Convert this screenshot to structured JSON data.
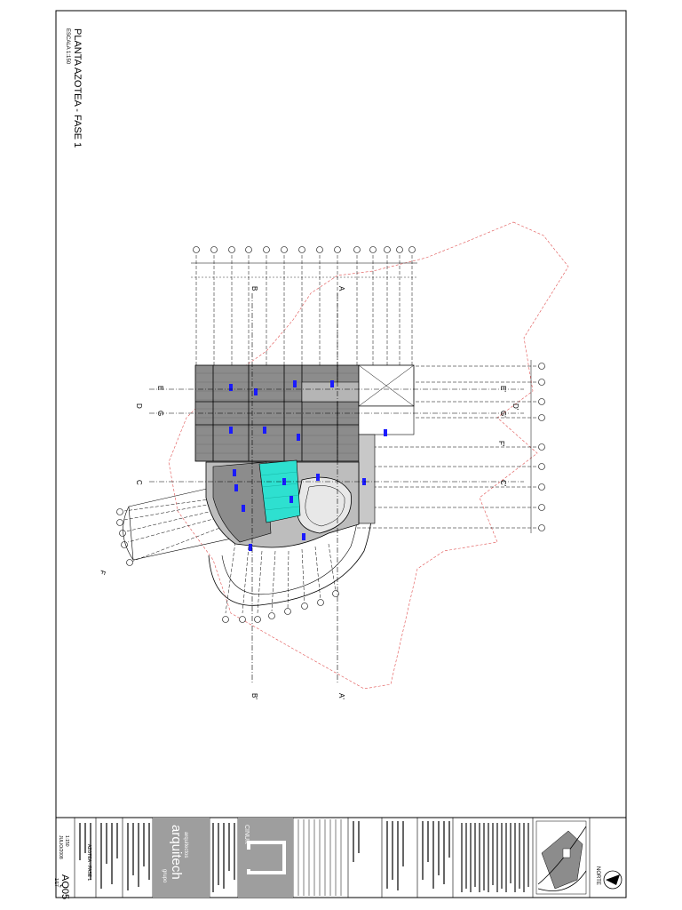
{
  "sheet": {
    "title": "PLANTA AZOTEA - FASE 1",
    "scale": "ESCALA 1:150"
  },
  "section_marks": {
    "A": "A",
    "A_prime": "A'",
    "B": "B",
    "B_prime": "B'",
    "C": "C",
    "C_prime": "C'",
    "D": "D",
    "D_prime": "D'",
    "E": "E",
    "E_prime": "E'",
    "F": "F",
    "F_prime": "F'",
    "G": "G",
    "G_prime": "G'"
  },
  "titleblock": {
    "north_label": "NORTE",
    "firm_prefix": "grupo",
    "firm_name": "arquitech",
    "firm_subtitle": "arquitectos",
    "client_logo": "CINUK",
    "sheet_code": "AQ05",
    "sheet_sub": "1/17",
    "date": "JULIO/2008",
    "scale_value": "1:150",
    "fase_field": "AZOTEA - FASE 1"
  },
  "colors": {
    "background": "#ffffff",
    "building_fill": "#8c8c8c",
    "highlight_fill": "#2ee0d0",
    "marker": "#0000ff",
    "property_line": "#e05050",
    "linework": "#000000"
  }
}
